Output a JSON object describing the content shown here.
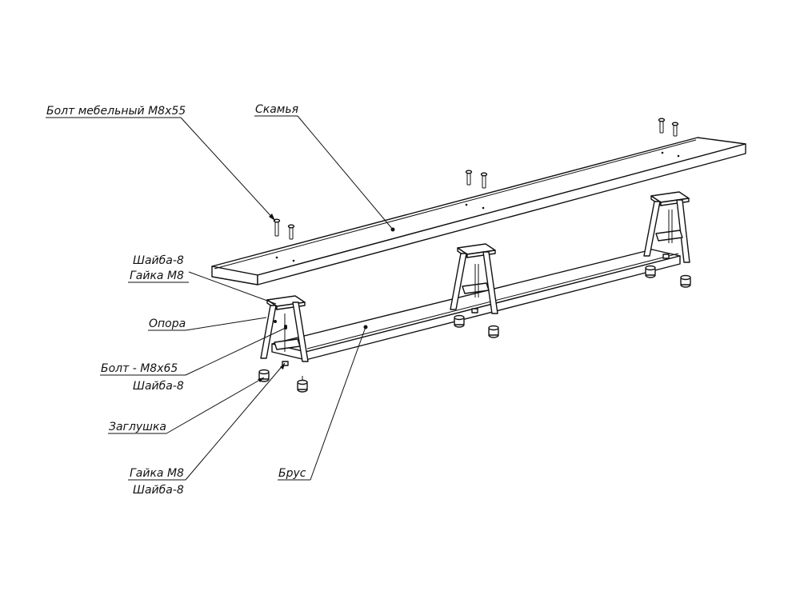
{
  "labels": {
    "bolt_furniture": "Болт мебельный М8х55",
    "bench": "Скамья",
    "washer_top": "Шайба-8",
    "nut_top": "Гайка М8",
    "support": "Опора",
    "bolt_m8x65": "Болт - М8х65",
    "washer_mid": "Шайба-8",
    "plug": "Заглушка",
    "nut_bottom": "Гайка М8",
    "washer_bottom": "Шайба-8",
    "beam": "Брус"
  },
  "colors": {
    "line": "#111111",
    "background": "#ffffff"
  }
}
